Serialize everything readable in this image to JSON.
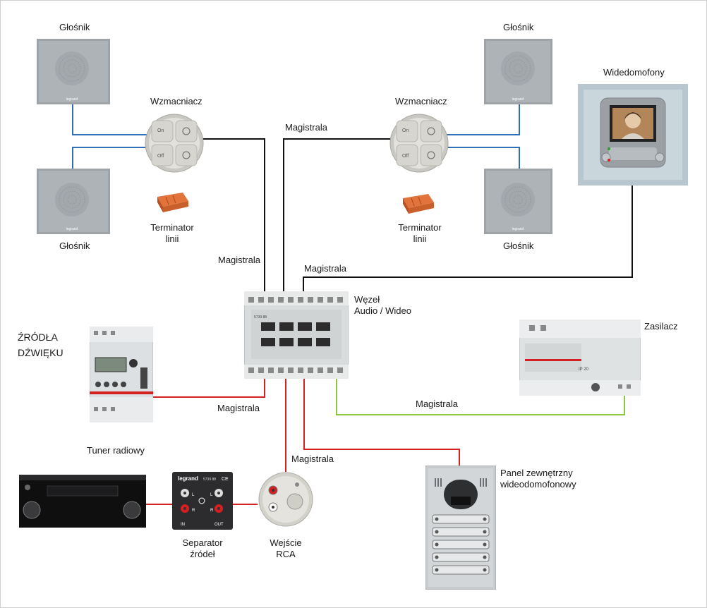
{
  "labels": {
    "speaker_tl": "Głośnik",
    "speaker_bl": "Głośnik",
    "speaker_tr": "Głośnik",
    "speaker_br": "Głośnik",
    "amp_left": "Wzmacniacz",
    "amp_right": "Wzmacniacz",
    "terminator_left": [
      "Terminator",
      "linii"
    ],
    "terminator_right": [
      "Terminator",
      "linii"
    ],
    "videophone": "Widedomofony",
    "bus": "Magistrala",
    "node": [
      "Węzeł",
      "Audio / Wideo"
    ],
    "sources": [
      "ŹRÓDŁA",
      "DŹWIĘKU"
    ],
    "power_supply": "Zasilacz",
    "tuner": "Tuner radiowy",
    "separator": [
      "Separator",
      "źródeł"
    ],
    "rca": [
      "Wejście",
      "RCA"
    ],
    "outdoor_panel": [
      "Panel zewnętrzny",
      "wideodomofonowy"
    ]
  },
  "device_text": {
    "speaker_brand": "legrand",
    "amp_on": "On",
    "amp_off": "Off",
    "separator_brand": "legrand",
    "separator_code": "5739 88",
    "separator_ce": "CE",
    "separator_l": "L",
    "separator_r": "R",
    "separator_in": "IN",
    "separator_out": "OUT",
    "node_code": "5739 88",
    "psu_code": "IP 20"
  },
  "colors": {
    "bus_black": "#111111",
    "speaker_blue": "#2f6fb7",
    "audio_red": "#d42020",
    "power_green": "#8dc63f"
  }
}
